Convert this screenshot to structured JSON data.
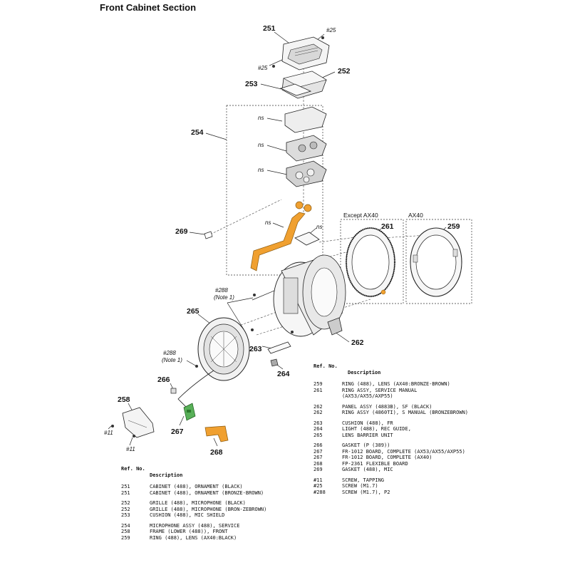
{
  "title": "Front Cabinet Section",
  "callouts": {
    "p251": "251",
    "p252": "252",
    "p253": "253",
    "p254": "254",
    "p258": "258",
    "p259": "259",
    "p261": "261",
    "p262": "262",
    "p263": "263",
    "p264": "264",
    "p265": "265",
    "p266": "266",
    "p267": "267",
    "p268": "268",
    "p269": "269"
  },
  "screws": {
    "s25a": "#25",
    "s25b": "#25",
    "s288a": "#288",
    "s288a_note": "(Note 1)",
    "s288b": "#288",
    "s288b_note": "(Note 1)",
    "s11a": "#11",
    "s11b": "#11"
  },
  "ns_labels": [
    "ns",
    "ns",
    "ns",
    "ns",
    "ns"
  ],
  "variant_labels": {
    "except_ax40": "Except AX40",
    "ax40": "AX40"
  },
  "table_left": {
    "ref_header": "Ref. No.",
    "desc_header": "Description",
    "rows": [
      {
        "ref": "251",
        "desc": "CABINET (488), ORNAMENT (BLACK)"
      },
      {
        "ref": "251",
        "desc": "CABINET (488), ORNAMENT (BRONZE-BROWN)"
      },
      {
        "ref": "252",
        "desc": "GRILLE (488), MICROPHONE (BLACK)"
      },
      {
        "ref": "252",
        "desc": "GRILLE (488), MICROPHONE (BRON-ZEBROWN)"
      },
      {
        "ref": "253",
        "desc": "CUSHION (488), MIC SHIELD"
      },
      {
        "ref": "254",
        "desc": "MICROPHONE ASSY (488), SERVICE"
      },
      {
        "ref": "258",
        "desc": "FRAME (LOWER (488)), FRONT"
      },
      {
        "ref": "259",
        "desc": "RING (488), LENS (AX40:BLACK)"
      }
    ]
  },
  "table_right": {
    "ref_header": "Ref. No.",
    "desc_header": "Description",
    "rows": [
      {
        "ref": "259",
        "desc": "RING (488), LENS (AX40:BRONZE-BROWN)"
      },
      {
        "ref": "261",
        "desc": "RING ASSY, SERVICE MANUAL (AX53/AX55/AXP55)"
      },
      {
        "ref": "262",
        "desc": "PANEL ASSY (4883B), SF (BLACK)"
      },
      {
        "ref": "262",
        "desc": "RING ASSY (4860TI), S MANUAL (BRONZEBROWN)"
      },
      {
        "ref": "263",
        "desc": "CUSHION (488), FR"
      },
      {
        "ref": "264",
        "desc": "LIGHT (488), REC GUIDE,"
      },
      {
        "ref": "265",
        "desc": "LENS BARRIER UNIT"
      },
      {
        "ref": "266",
        "desc": "GASKET (P (389))"
      },
      {
        "ref": "267",
        "desc": "FR-1012 BOARD, COMPLETE (AX53/AX55/AXP55)"
      },
      {
        "ref": "267",
        "desc": "FR-1012 BOARD, COMPLETE (AX40)"
      },
      {
        "ref": "268",
        "desc": "FP-2361 FLEXIBLE BOARD"
      },
      {
        "ref": "269",
        "desc": "GASKET (488), MIC"
      },
      {
        "ref": "#11",
        "desc": "SCREW, TAPPING"
      },
      {
        "ref": "#25",
        "desc": "SCREW (M1.7)"
      },
      {
        "ref": "#288",
        "desc": "SCREW (M1.7), P2"
      }
    ]
  },
  "colors": {
    "flex_board": "#f0a030",
    "green_board": "#58b058",
    "ink": "#222222"
  }
}
